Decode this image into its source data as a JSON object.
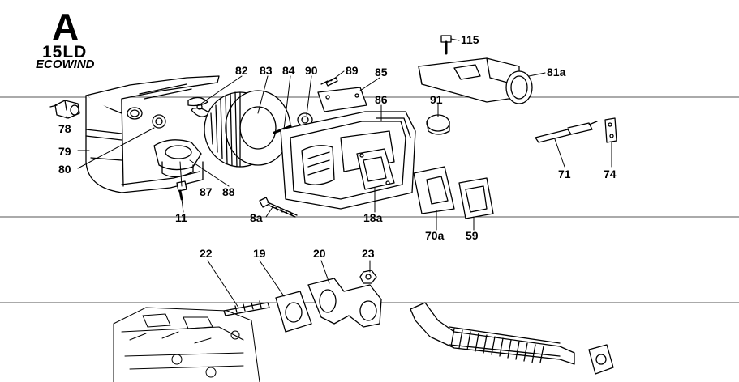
{
  "header": {
    "section_letter": "A",
    "model": "15LD",
    "brand": "ECOWIND"
  },
  "parts": {
    "p115": "115",
    "p81a": "81a",
    "p82": "82",
    "p83": "83",
    "p84": "84",
    "p90": "90",
    "p89": "89",
    "p85": "85",
    "p86": "86",
    "p91": "91",
    "p78": "78",
    "p79": "79",
    "p80": "80",
    "p87": "87",
    "p88": "88",
    "p11": "11",
    "p8a": "8a",
    "p18a": "18a",
    "p70a": "70a",
    "p59": "59",
    "p71": "71",
    "p74": "74",
    "p22": "22",
    "p19": "19",
    "p20": "20",
    "p23": "23"
  }
}
